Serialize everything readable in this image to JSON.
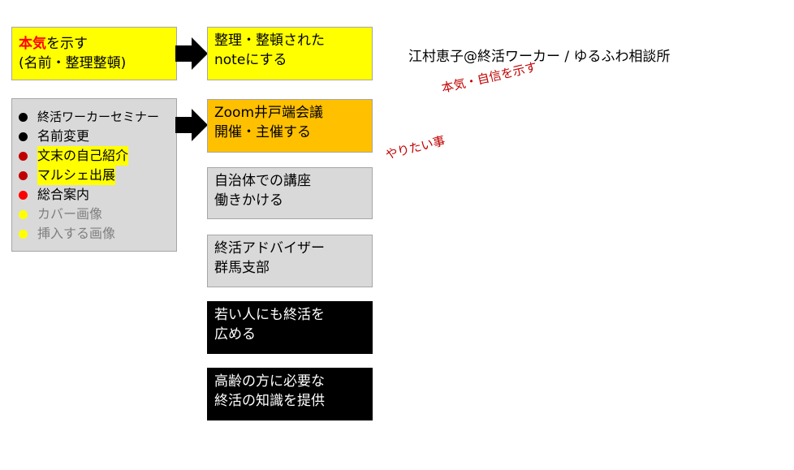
{
  "left_top_box": {
    "emphasis": "本気",
    "line1_rest": "を示す",
    "line2": "(名前・整理整頓)"
  },
  "checklist": [
    {
      "label": "終活ワーカーセミナー",
      "dot_color": "#000000",
      "highlight": false,
      "muted": false
    },
    {
      "label": "名前変更",
      "dot_color": "#000000",
      "highlight": false,
      "muted": false
    },
    {
      "label": "文末の自己紹介",
      "dot_color": "#c00000",
      "highlight": true,
      "muted": false
    },
    {
      "label": "マルシェ出展",
      "dot_color": "#c00000",
      "highlight": true,
      "muted": false
    },
    {
      "label": "総合案内",
      "dot_color": "#ff0000",
      "highlight": false,
      "muted": false
    },
    {
      "label": "カバー画像",
      "dot_color": "#ffff00",
      "highlight": false,
      "muted": true
    },
    {
      "label": "挿入する画像",
      "dot_color": "#ffff00",
      "highlight": false,
      "muted": true
    }
  ],
  "right_boxes": {
    "note": {
      "line1": "整理・整頓された",
      "line2": "noteにする"
    },
    "zoom": {
      "line1": "Zoom井戸端会議",
      "line2": "開催・主催する"
    },
    "local": {
      "line1": "自治体での講座",
      "line2": "働きかける"
    },
    "advisor": {
      "line1": "終活アドバイザー",
      "line2": "群馬支部"
    },
    "young": {
      "line1": "若い人にも終活を",
      "line2": "広める"
    },
    "elderly": {
      "line1": "高齢の方に必要な",
      "line2": "終活の知識を提供"
    }
  },
  "author_title": "江村恵子@終活ワーカー / ゆるふわ相談所",
  "handwritten": {
    "confidence": "本気・自信を示す",
    "want": "やりたい事"
  },
  "colors": {
    "yellow": "#ffff00",
    "orange": "#ffc000",
    "gray": "#d9d9d9",
    "black": "#000000",
    "red": "#ff0000",
    "dark_red": "#c00000"
  }
}
